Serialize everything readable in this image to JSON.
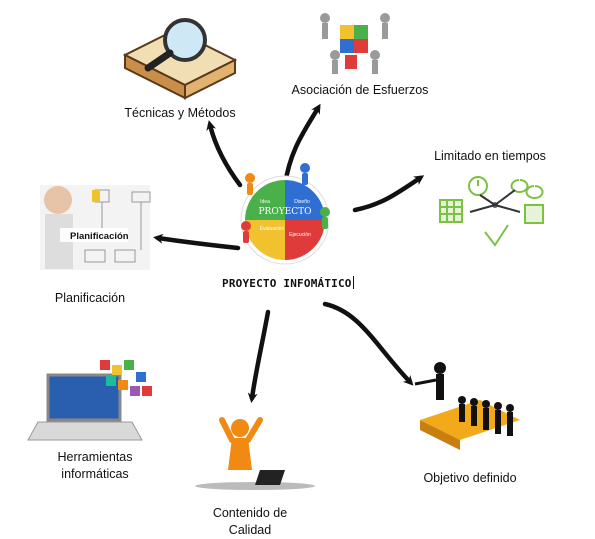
{
  "center": {
    "title": "PROYECTO INFOMÁTICO",
    "puzzle_words": [
      "PROYECTO",
      "Diseño",
      "Idea",
      "Evaluación",
      "Ejecución"
    ]
  },
  "nodes": {
    "tecnicas": "Técnicas y Métodos",
    "asociacion": "Asociación de Esfuerzos",
    "limitado": "Limitado en tiempos",
    "planificacion": "Planificación",
    "planificacion_img_text": "Planificación",
    "herramientas_1": "Herramientas",
    "herramientas_2": "informáticas",
    "contenido_1": "Contenido de",
    "contenido_2": "Calidad",
    "objetivo": "Objetivo definido"
  },
  "colors": {
    "arrow": "#111111",
    "puzzle_blue": "#2e6fd1",
    "puzzle_red": "#e03b3b",
    "puzzle_green": "#49b04a",
    "puzzle_yellow": "#f2c12e",
    "orange": "#f08a12",
    "lime": "#7cc242"
  }
}
